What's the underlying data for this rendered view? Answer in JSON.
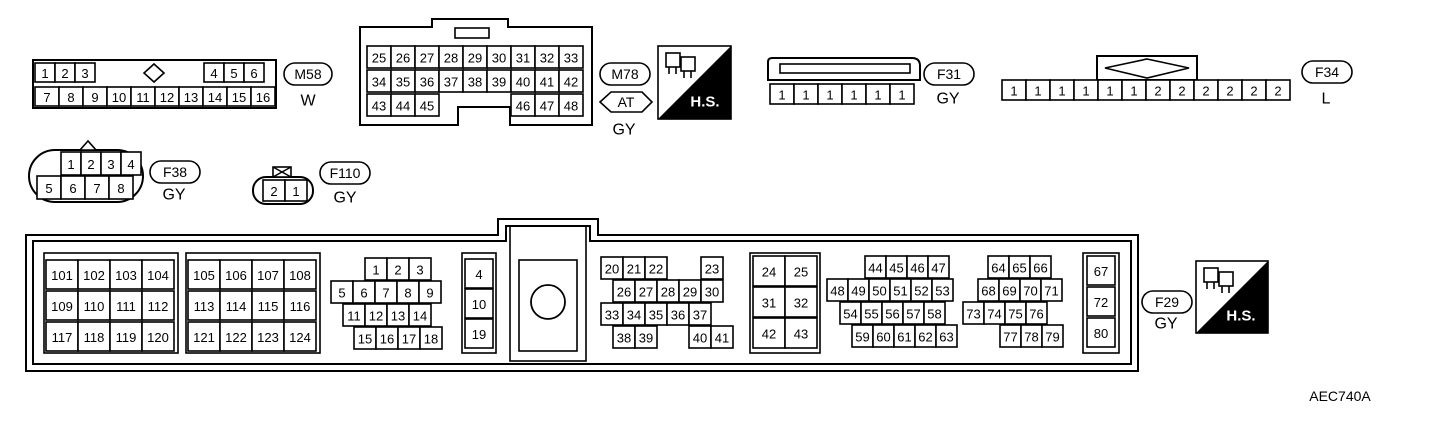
{
  "figure_code": "AEC740A",
  "hs_label": "H.S.",
  "connectors": {
    "m58": {
      "id": "M58",
      "color": "W",
      "row1": [
        "1",
        "2",
        "3",
        "4",
        "5",
        "6"
      ],
      "row2": [
        "7",
        "8",
        "9",
        "10",
        "11",
        "12",
        "13",
        "14",
        "15",
        "16"
      ]
    },
    "m78": {
      "id": "M78",
      "color": "GY",
      "sub": "AT",
      "row1": [
        "25",
        "26",
        "27",
        "28",
        "29",
        "30",
        "31",
        "32",
        "33"
      ],
      "row2": [
        "34",
        "35",
        "36",
        "37",
        "38",
        "39",
        "40",
        "41",
        "42"
      ],
      "row3": [
        "43",
        "44",
        "45",
        "46",
        "47",
        "48"
      ]
    },
    "f31": {
      "id": "F31",
      "color": "GY",
      "row": [
        "1",
        "1",
        "1",
        "1",
        "1",
        "1"
      ]
    },
    "f34": {
      "id": "F34",
      "color": "L",
      "row": [
        "1",
        "1",
        "1",
        "1",
        "1",
        "1",
        "2",
        "2",
        "2",
        "2",
        "2",
        "2"
      ]
    },
    "f38": {
      "id": "F38",
      "color": "GY",
      "row1": [
        "1",
        "2",
        "3",
        "4"
      ],
      "row2": [
        "5",
        "6",
        "7",
        "8"
      ]
    },
    "f110": {
      "id": "F110",
      "color": "GY",
      "row": [
        "2",
        "1"
      ]
    },
    "f29": {
      "id": "F29",
      "color": "GY",
      "block_a": [
        [
          "101",
          "102",
          "103",
          "104"
        ],
        [
          "109",
          "110",
          "111",
          "112"
        ],
        [
          "117",
          "118",
          "119",
          "120"
        ]
      ],
      "block_b": [
        [
          "105",
          "106",
          "107",
          "108"
        ],
        [
          "113",
          "114",
          "115",
          "116"
        ],
        [
          "121",
          "122",
          "123",
          "124"
        ]
      ],
      "block_c": [
        [
          "1",
          "2",
          "3"
        ],
        [
          "5",
          "6",
          "7",
          "8",
          "9"
        ],
        [
          "11",
          "12",
          "13",
          "14"
        ],
        [
          "15",
          "16",
          "17",
          "18"
        ]
      ],
      "block_d": [
        "4",
        "10",
        "19"
      ],
      "block_e": [
        [
          "20",
          "21",
          "22",
          "23"
        ],
        [
          "26",
          "27",
          "28",
          "29",
          "30"
        ],
        [
          "33",
          "34",
          "35",
          "36",
          "37"
        ],
        [
          "38",
          "39",
          "40",
          "41"
        ]
      ],
      "block_f": [
        [
          "24",
          "25"
        ],
        [
          "31",
          "32"
        ],
        [
          "42",
          "43"
        ]
      ],
      "block_g": [
        [
          "44",
          "45",
          "46",
          "47",
          "64",
          "65",
          "66"
        ],
        [
          "48",
          "49",
          "50",
          "51",
          "52",
          "53",
          "68",
          "69",
          "70",
          "71"
        ],
        [
          "54",
          "55",
          "56",
          "57",
          "58",
          "73",
          "74",
          "75",
          "76"
        ],
        [
          "59",
          "60",
          "61",
          "62",
          "63",
          "77",
          "78",
          "79"
        ]
      ],
      "block_h": [
        "67",
        "72",
        "80"
      ]
    }
  }
}
